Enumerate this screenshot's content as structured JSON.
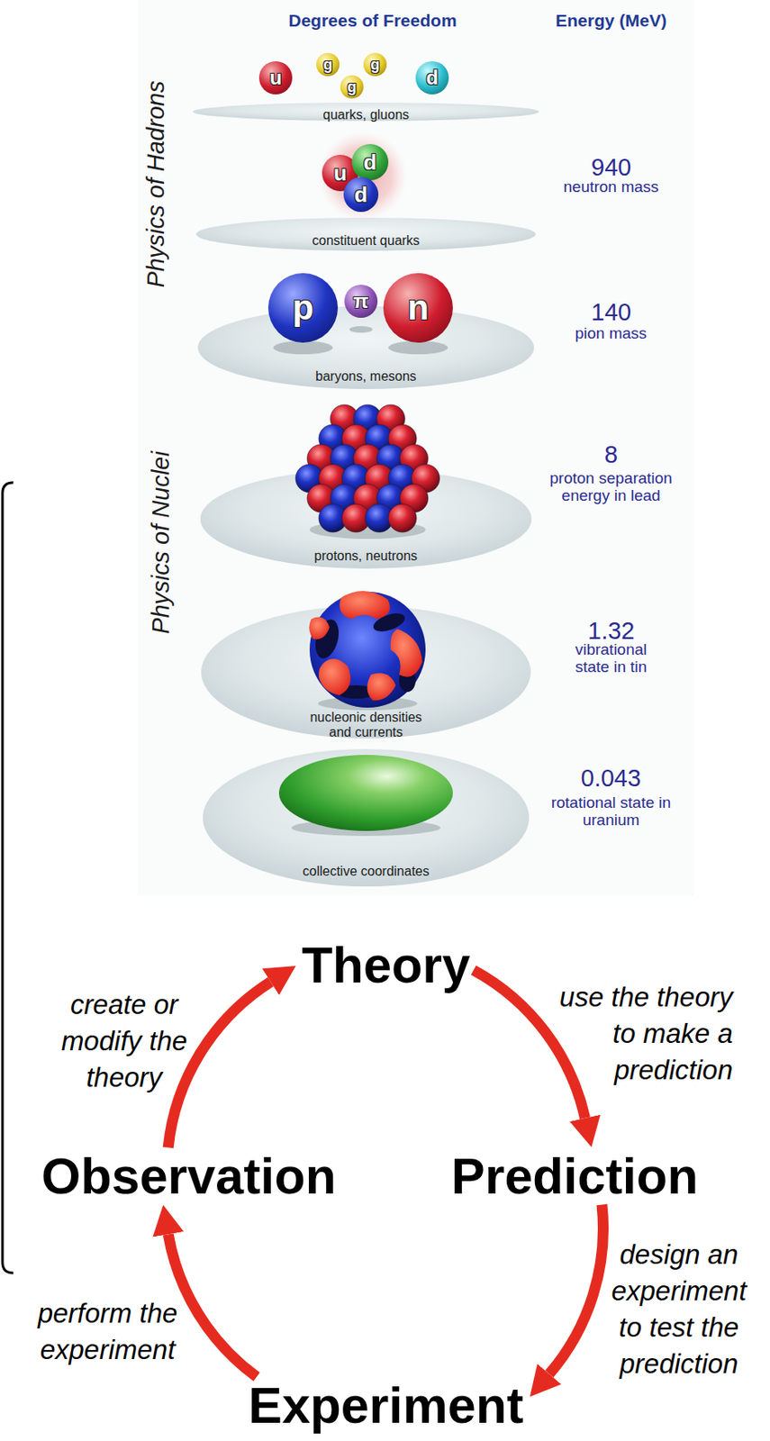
{
  "diagram": {
    "nodes": [
      {
        "text": [
          "u"
        ]
      },
      {
        "text": [
          "g"
        ]
      },
      {
        "text": [
          "g"
        ]
      },
      {
        "text": [
          "g"
        ]
      },
      {
        "text": [
          "d"
        ]
      },
      {
        "text": [
          "quarks, gluons"
        ]
      },
      {
        "text": [
          "u"
        ]
      },
      {
        "text": [
          "d"
        ]
      },
      {
        "text": [
          "d"
        ]
      },
      {
        "text": [
          "constituent quarks"
        ]
      },
      {
        "text": [
          "p"
        ]
      },
      {
        "text": [
          "π"
        ]
      },
      {
        "text": [
          "n"
        ]
      },
      {
        "text": [
          "baryons, mesons"
        ]
      },
      {
        "text": [
          "protons, neutrons"
        ]
      },
      {
        "text": [
          "nucleonic densities and currents"
        ]
      },
      {
        "text": [
          "collective coordinates"
        ]
      },
      {
        "text": [
          "Theory"
        ]
      },
      {
        "text": [
          "Observation"
        ]
      },
      {
        "text": [
          "Prediction"
        ]
      },
      {
        "text": [
          "Experiment"
        ]
      }
    ],
    "edges": [
      {
        "from": 17,
        "to": 19,
        "label": "use the theory to make a prediction",
        "arrow": "to"
      },
      {
        "from": 19,
        "to": 20,
        "label": "design an experiment to test the prediction",
        "arrow": "to"
      },
      {
        "from": 20,
        "to": 18,
        "label": "perform the experiment",
        "arrow": "to"
      },
      {
        "from": 18,
        "to": 17,
        "label": "create or modify the theory",
        "arrow": "to"
      }
    ],
    "labels": [
      "Degrees of Freedom",
      "Energy (MeV)",
      "Physics of Hadrons",
      "940",
      "neutron mass",
      "140",
      "pion mass",
      "Physics of Nuclei",
      "8",
      "proton separation energy in lead",
      "1.32",
      "vibrational state in tin",
      "0.043",
      "rotational state in uranium"
    ]
  }
}
